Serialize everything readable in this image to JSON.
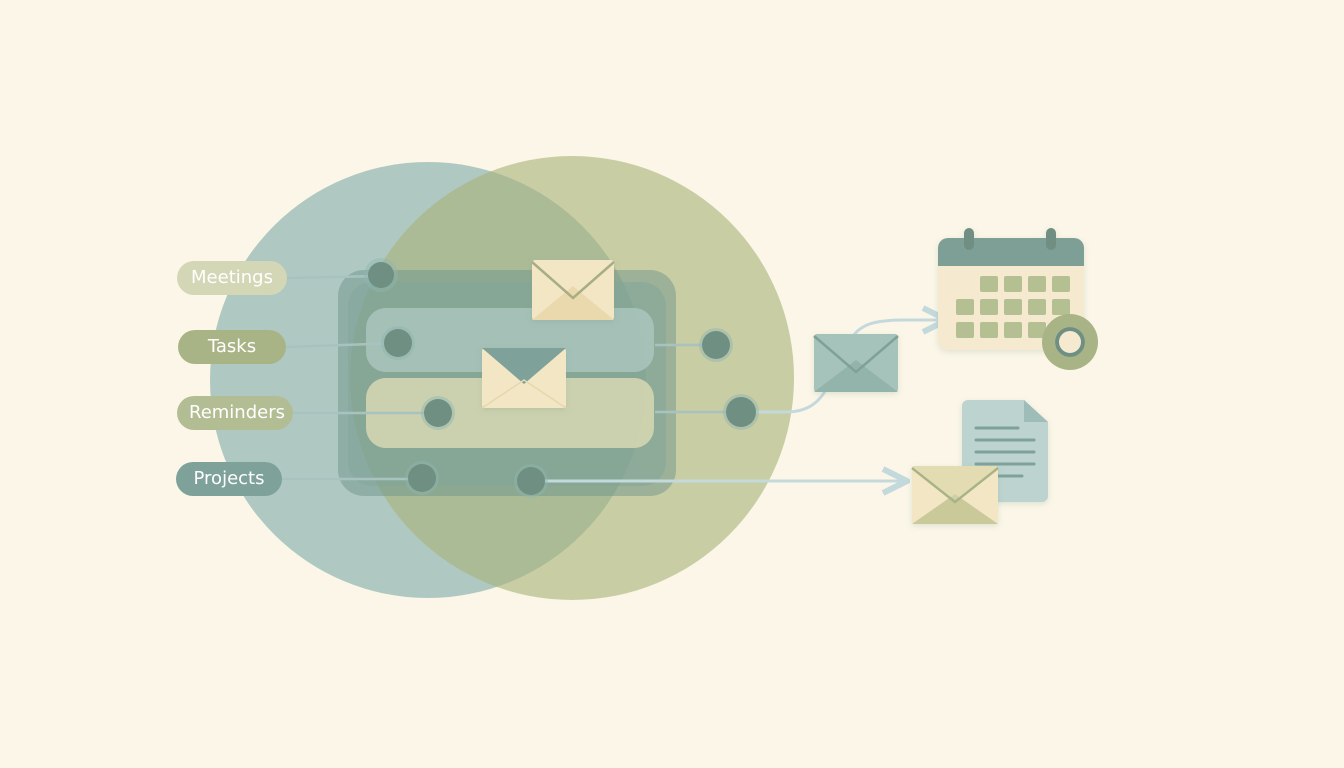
{
  "labels": {
    "meetings": "Meetings",
    "tasks": "Tasks",
    "reminders": "Reminders",
    "projects": "Projects"
  },
  "colors": {
    "background": "#fbf6e7",
    "blue_circle": "#8fb6b2",
    "green_circle": "#b7bf8d",
    "pill_meetings": "#cfd3b3",
    "pill_tasks": "#a9b486",
    "pill_reminders": "#b6c098",
    "pill_projects": "#7ea29a",
    "node": "#6f8f82",
    "envelope_body": "#f3e6c4",
    "envelope_teal": "#9dbcb3",
    "calendar_header": "#7e9f96",
    "calendar_cell": "#b4bf92",
    "arrow": "#c7dade"
  },
  "icons": [
    "envelope-icon",
    "calendar-icon",
    "document-icon",
    "clock-badge-icon"
  ]
}
